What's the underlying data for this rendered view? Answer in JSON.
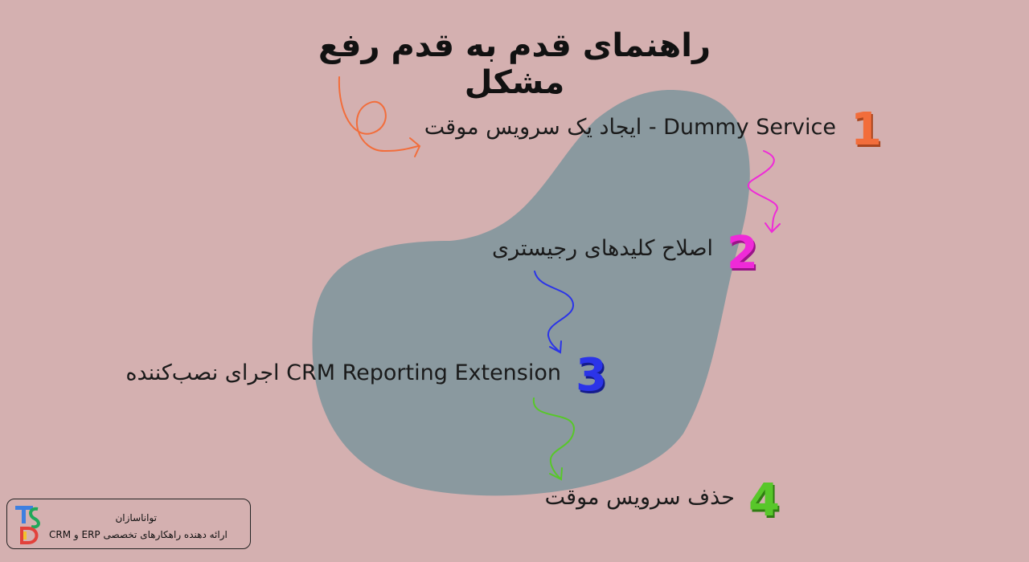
{
  "title": "راهنمای قدم به قدم رفع مشکل",
  "steps": [
    {
      "number": "1",
      "text": "ایجاد یک سرویس موقت - Dummy Service",
      "color": "#f26d3b"
    },
    {
      "number": "2",
      "text": "اصلاح کلیدهای رجیستری",
      "color": "#ef2ad8"
    },
    {
      "number": "3",
      "text": "اجرای نصب‌کننده CRM Reporting Extension",
      "color": "#2b34e8"
    },
    {
      "number": "4",
      "text": "حذف سرویس موقت",
      "color": "#58c72a"
    }
  ],
  "brand": {
    "name": "تواناسازان",
    "tagline": "ارائه دهنده راهکارهای تخصصی ERP و CRM",
    "logo_letters": "TS"
  },
  "colors": {
    "background": "#d4b0b0",
    "blob": "#8a999f"
  }
}
